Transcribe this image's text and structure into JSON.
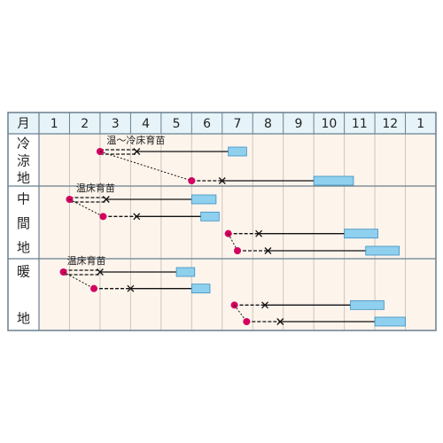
{
  "chart_data": {
    "type": "table",
    "header_label": "月",
    "months": [
      "1",
      "2",
      "3",
      "4",
      "5",
      "6",
      "7",
      "8",
      "9",
      "10",
      "11",
      "12",
      "1"
    ],
    "regions": [
      {
        "label": "冷涼地",
        "label_chars": [
          "冷",
          "涼",
          "地"
        ],
        "annotation": {
          "text": "温～冷床育苗",
          "at_month": 3.1,
          "row": 1
        },
        "rows": [
          {
            "sow": 3.0,
            "plant": 4.2,
            "harvest_start": 7.2,
            "harvest_end": 7.8,
            "nursery": "double"
          },
          {
            "sow": 6.0,
            "plant": 7.0,
            "harvest_start": 10.0,
            "harvest_end": 11.3,
            "from_prev": true,
            "nursery": "single"
          }
        ]
      },
      {
        "label": "中間地",
        "label_chars": [
          "中",
          "間",
          "地"
        ],
        "annotation": {
          "text": "温床育苗",
          "at_month": 2.1,
          "row": 0
        },
        "rows": [
          {
            "sow": 2.0,
            "plant": 3.2,
            "harvest_start": 6.0,
            "harvest_end": 6.8,
            "nursery": "double"
          },
          {
            "sow": 3.1,
            "plant": 4.2,
            "harvest_start": 6.3,
            "harvest_end": 6.9,
            "from_prev": true,
            "nursery": "single"
          },
          {
            "sow": 7.2,
            "plant": 8.2,
            "harvest_start": 11.0,
            "harvest_end": 12.1,
            "nursery": "single"
          },
          {
            "sow": 7.5,
            "plant": 8.5,
            "harvest_start": 11.7,
            "harvest_end": 12.8,
            "from_prev": true,
            "nursery": "single"
          }
        ]
      },
      {
        "label": "暖地",
        "label_chars": [
          "暖",
          "",
          "地"
        ],
        "annotation": {
          "text": "温床育苗",
          "at_month": 1.8,
          "row": 0
        },
        "rows": [
          {
            "sow": 1.8,
            "plant": 3.0,
            "harvest_start": 5.5,
            "harvest_end": 6.1,
            "nursery": "double"
          },
          {
            "sow": 2.8,
            "plant": 4.0,
            "harvest_start": 6.0,
            "harvest_end": 6.6,
            "from_prev": true,
            "nursery": "single"
          },
          {
            "sow": 7.4,
            "plant": 8.4,
            "harvest_start": 11.2,
            "harvest_end": 12.3,
            "nursery": "single"
          },
          {
            "sow": 7.8,
            "plant": 8.9,
            "harvest_start": 12.0,
            "harvest_end": 13.0,
            "from_prev": true,
            "nursery": "single"
          }
        ]
      }
    ],
    "colors": {
      "border": "#6a7f8d",
      "grid": "#cfc6bd",
      "header_bg": "#e6f4fa",
      "body_bg": "#fdf4ec",
      "label_bg": "#ffffff",
      "sow_dot": "#d4005f",
      "harvest_bar": "#8ed0ee",
      "harvest_bar_border": "#3f8fc0",
      "line": "#111111"
    }
  }
}
